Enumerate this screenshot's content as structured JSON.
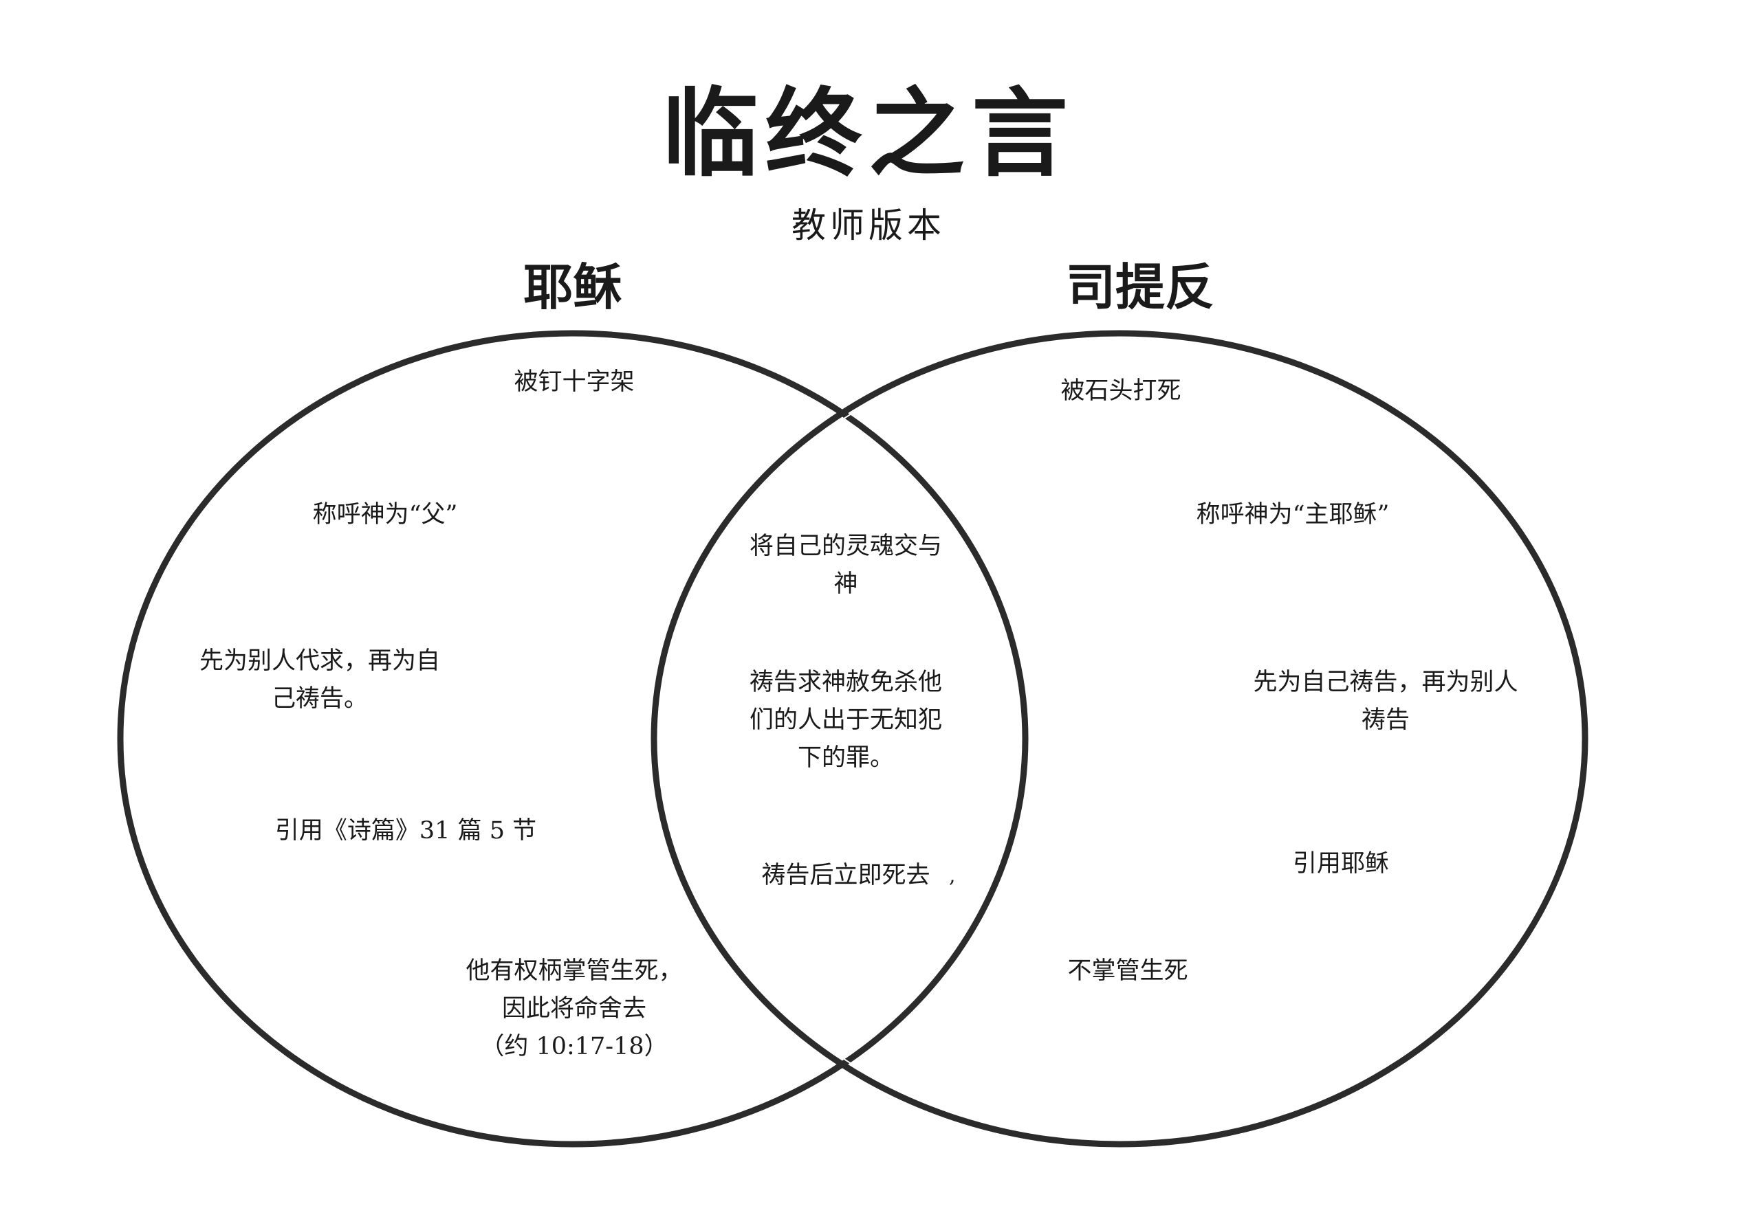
{
  "header": {
    "title": "临终之言",
    "subtitle": "教师版本"
  },
  "sets": {
    "left": {
      "label": "耶稣",
      "items": [
        "被钉十字架",
        "称呼神为“父”",
        "先为别人代求，再为自\n己祷告。",
        "引用《诗篇》31 篇 5 节",
        "他有权柄掌管生死，\n因此将命舍去\n（约 10:17-18）"
      ]
    },
    "right": {
      "label": "司提反",
      "items": [
        "被石头打死",
        "称呼神为“主耶稣”",
        "先为自己祷告，再为别人\n祷告",
        "引用耶稣",
        "不掌管生死"
      ]
    },
    "both": {
      "items": [
        "将自己的灵魂交与\n神",
        "祷告求神赦免杀他\n们的人出于无知犯\n下的罪。",
        "祷告后立即死去"
      ]
    }
  },
  "stray_mark": ",",
  "colors": {
    "outline": "#2b2b2b",
    "text": "#1a1a1a",
    "background": "#ffffff"
  }
}
